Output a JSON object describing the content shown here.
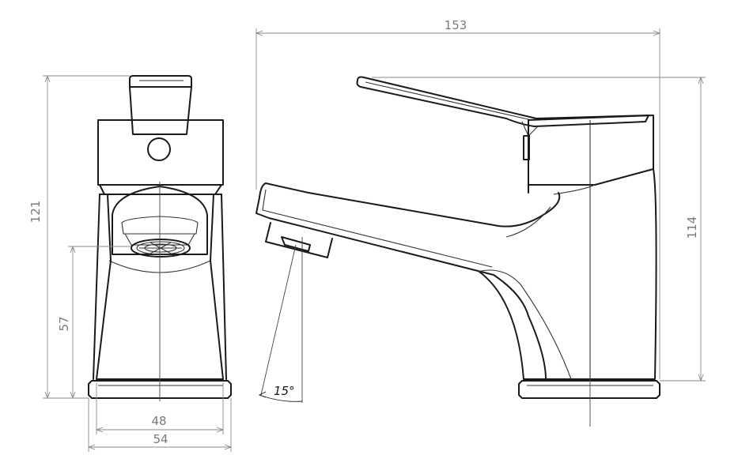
{
  "dimensions": {
    "overall_length": "153",
    "front_height": "121",
    "side_height": "114",
    "aerator_height": "57",
    "inner_base_width": "48",
    "outer_base_width": "54",
    "spray_angle": "15°"
  },
  "colors": {
    "line": "#1a1a1a",
    "dimension": "#8a8a8a",
    "dimension_text": "#7a7a7a",
    "background": "#ffffff"
  }
}
